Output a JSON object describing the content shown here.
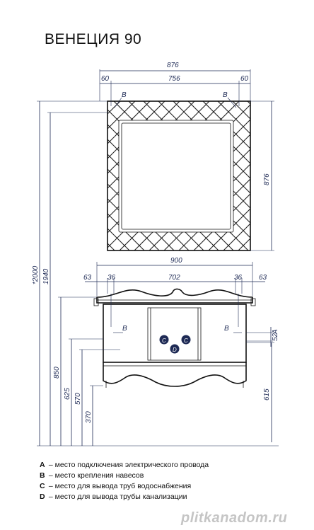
{
  "title": "ВЕНЕЦИЯ 90",
  "mirror": {
    "width_total": "876",
    "left_offset": "60",
    "inner_width": "756",
    "right_offset": "60",
    "height": "876",
    "mark_left": "B",
    "mark_right": "B"
  },
  "cabinet": {
    "width_total": "900",
    "left_outer": "63",
    "left_inner": "36",
    "inner_width": "702",
    "right_inner": "36",
    "right_outer": "63",
    "mark_left": "B",
    "mark_right": "B",
    "mark_c1": "C",
    "mark_c2": "C",
    "mark_d": "D",
    "dim_a": "52",
    "dim_a_label": "A",
    "height_615": "615"
  },
  "vertical": {
    "h2000": "*2000",
    "h1940": "1940",
    "h850": "850",
    "h625": "625",
    "h570": "570",
    "h370": "370"
  },
  "legend": [
    {
      "key": "A",
      "text": " – место подключения электрического провода"
    },
    {
      "key": "B",
      "text": " – место крепления навесов"
    },
    {
      "key": "C",
      "text": " – место для вывода труб водоснабжения"
    },
    {
      "key": "D",
      "text": " – место для вывода трубы канализации"
    }
  ],
  "watermark": "plitkanadom.ru",
  "colors": {
    "dimension": "#1e2a55",
    "outline": "#111111"
  }
}
